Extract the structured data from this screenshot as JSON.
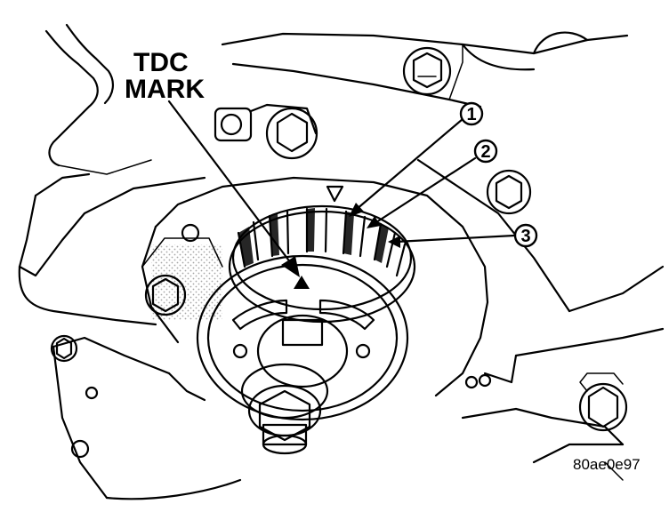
{
  "labels": {
    "tdc_line1": "TDC",
    "tdc_line2": "MARK",
    "callout_1": "1",
    "callout_2": "2",
    "callout_3": "3",
    "figure_code": "80ae0e97"
  }
}
